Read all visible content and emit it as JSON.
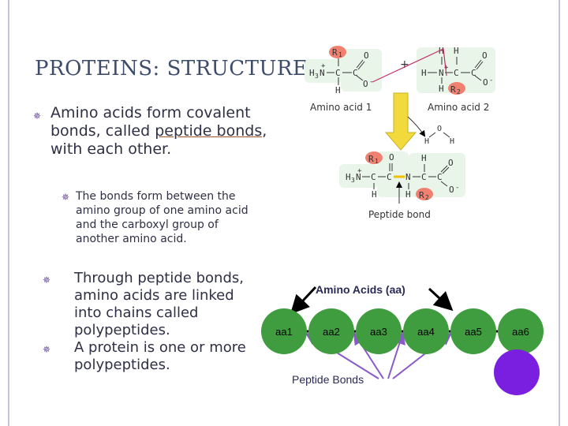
{
  "slide": {
    "title": "PROTEINS: STRUCTURE",
    "bullet1": {
      "pre": "Amino acids form covalent bonds, called ",
      "link": "peptide bonds",
      "post": ", with each other."
    },
    "bullet2": "The bonds form between the amino group of one amino acid and the carboxyl group of another amino acid.",
    "bullet3": "Through peptide bonds, amino acids are linked into chains called polypeptides.",
    "bullet4": "A protein is one or more polypeptides."
  },
  "reaction": {
    "amino_acid_1": "Amino acid 1",
    "amino_acid_2": "Amino acid 2",
    "plus": "+",
    "peptide_bond": "Peptide bond",
    "r1": "R",
    "r1_sub": "1",
    "r2": "R",
    "r2_sub": "2"
  },
  "chain": {
    "amino_acids_label": "Amino Acids (aa)",
    "peptide_bonds_label": "Peptide Bonds",
    "nodes": [
      "aa1",
      "aa2",
      "aa3",
      "aa4",
      "aa5",
      "aa6"
    ]
  },
  "colors": {
    "node_fill": "#3f9c3f",
    "purple_node": "#7a1fe0",
    "r_group": "#f08070",
    "peptide_arrow": "#8a5ac8",
    "down_arrow": "#f2d93c",
    "title": "#3d4c6b"
  }
}
